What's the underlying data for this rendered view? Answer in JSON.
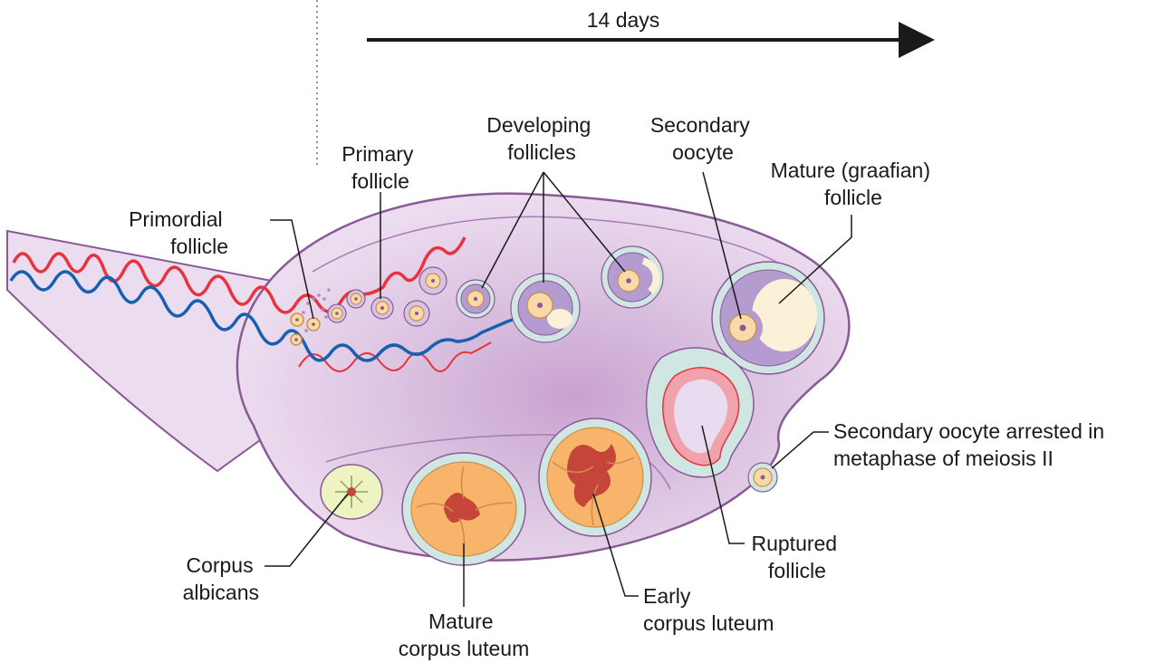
{
  "timeline": {
    "label": "14 days"
  },
  "labels": {
    "primordial_follicle": [
      "Primordial",
      "follicle"
    ],
    "primary_follicle": [
      "Primary",
      "follicle"
    ],
    "developing_follicles": [
      "Developing",
      "follicles"
    ],
    "secondary_oocyte": [
      "Secondary",
      "oocyte"
    ],
    "mature_follicle": [
      "Mature (graafian)",
      "follicle"
    ],
    "arrested_oocyte": [
      "Secondary oocyte arrested in",
      "metaphase of meiosis II"
    ],
    "ruptured_follicle": [
      "Ruptured",
      "follicle"
    ],
    "early_corpus_luteum": [
      "Early",
      "corpus luteum"
    ],
    "mature_corpus_luteum": [
      "Mature",
      "corpus luteum"
    ],
    "corpus_albicans": [
      "Corpus",
      "albicans"
    ]
  },
  "colors": {
    "ovary_fill": "#e9d9ec",
    "ovary_center": "#c9a2cf",
    "ovary_outline": "#8a5a96",
    "artery": "#e8323c",
    "vein": "#1560b0",
    "granulosa": "#a98cc6",
    "antrum": "#fbf1d8",
    "oocyte": "#f9d9a8",
    "theca": "#cfe6e2",
    "luteum": "#f7b46a",
    "clot": "#c6453a",
    "albicans": "#eef3c2"
  }
}
